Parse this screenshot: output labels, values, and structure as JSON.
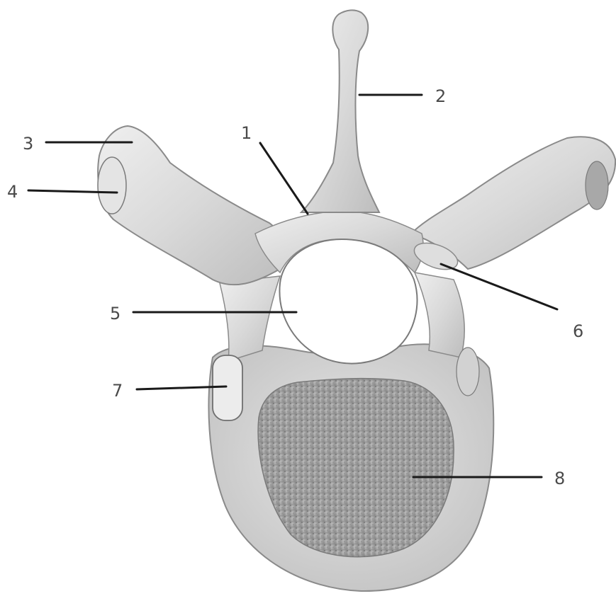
{
  "labels": [
    {
      "id": "1",
      "text": "1"
    },
    {
      "id": "2",
      "text": "2"
    },
    {
      "id": "3",
      "text": "3"
    },
    {
      "id": "4",
      "text": "4"
    },
    {
      "id": "5",
      "text": "5"
    },
    {
      "id": "6",
      "text": "6"
    },
    {
      "id": "7",
      "text": "7"
    },
    {
      "id": "8",
      "text": "8"
    }
  ],
  "colors": {
    "bone_light": "#e9e9e9",
    "bone_mid": "#cfcfcf",
    "bone_dark": "#9a9a9a",
    "bone_outline": "#7a7a7a",
    "cancellous": "#8c8c8c",
    "leader_line": "#1a1a1a",
    "label_text": "#4a4a4a"
  }
}
